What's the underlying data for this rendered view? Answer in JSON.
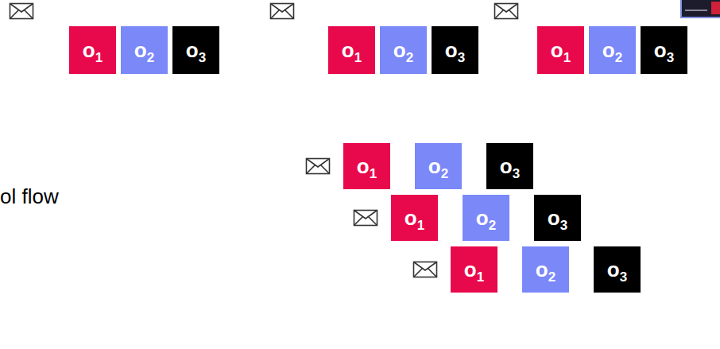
{
  "diagram": {
    "nodes": [
      {
        "text": [
          "o1"
        ]
      },
      {
        "text": [
          "o2"
        ]
      },
      {
        "text": [
          "o3"
        ]
      },
      {
        "text": [
          "o1"
        ]
      },
      {
        "text": [
          "o2"
        ]
      },
      {
        "text": [
          "o3"
        ]
      },
      {
        "text": [
          "o1"
        ]
      },
      {
        "text": [
          "o2"
        ]
      },
      {
        "text": [
          "o3"
        ]
      },
      {
        "text": [
          "o1"
        ]
      },
      {
        "text": [
          "o2"
        ]
      },
      {
        "text": [
          "o3"
        ]
      },
      {
        "text": [
          "o1"
        ]
      },
      {
        "text": [
          "o2"
        ]
      },
      {
        "text": [
          "o3"
        ]
      },
      {
        "text": [
          "o1"
        ]
      },
      {
        "text": [
          "o2"
        ]
      },
      {
        "text": [
          "o3"
        ]
      }
    ],
    "labels": [
      "ol flow"
    ]
  }
}
